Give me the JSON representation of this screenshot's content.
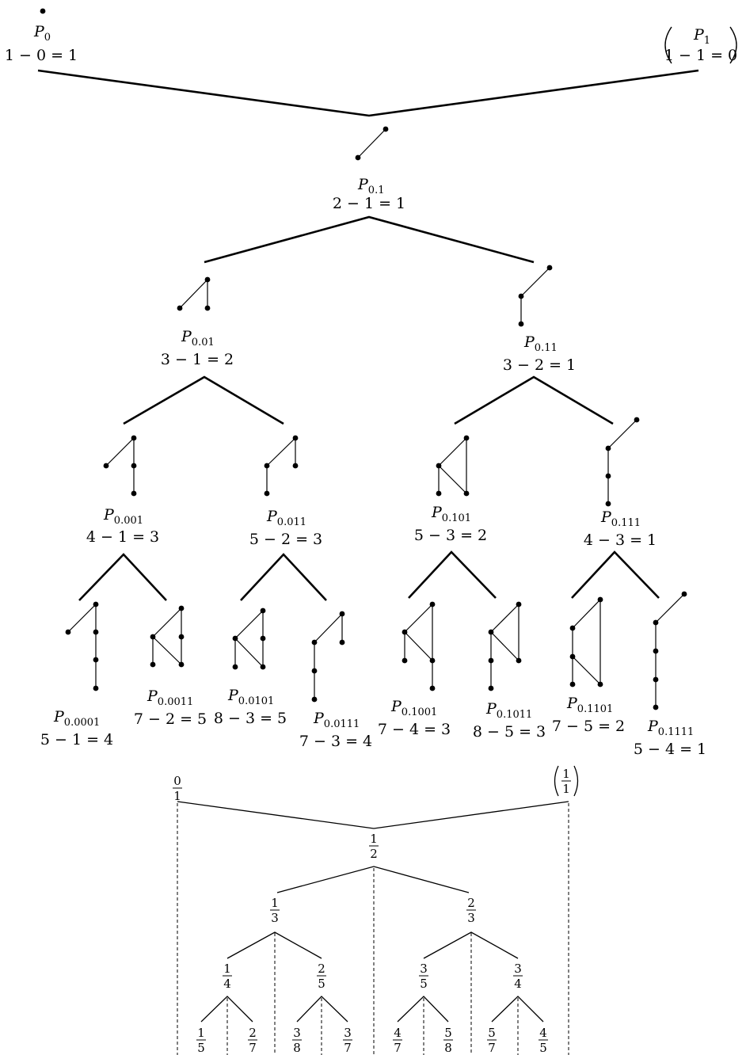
{
  "top_tree": {
    "nodes": [
      {
        "id": "0",
        "sub": "0",
        "formula": "1 − 0 = 1",
        "parenthesized": false
      },
      {
        "id": "1",
        "sub": "1",
        "formula": "1 − 1 = 0",
        "parenthesized": true
      },
      {
        "id": "0.1",
        "sub": "0.1",
        "formula": "2 − 1 = 1",
        "parenthesized": false
      },
      {
        "id": "0.01",
        "sub": "0.01",
        "formula": "3 − 1 = 2",
        "parenthesized": false
      },
      {
        "id": "0.11",
        "sub": "0.11",
        "formula": "3 − 2 = 1",
        "parenthesized": false
      },
      {
        "id": "0.001",
        "sub": "0.001",
        "formula": "4 − 1 = 3",
        "parenthesized": false
      },
      {
        "id": "0.011",
        "sub": "0.011",
        "formula": "5 − 2 = 3",
        "parenthesized": false
      },
      {
        "id": "0.101",
        "sub": "0.101",
        "formula": "5 − 3 = 2",
        "parenthesized": false
      },
      {
        "id": "0.111",
        "sub": "0.111",
        "formula": "4 − 3 = 1",
        "parenthesized": false
      },
      {
        "id": "0.0001",
        "sub": "0.0001",
        "formula": "5 − 1 = 4",
        "parenthesized": false
      },
      {
        "id": "0.0011",
        "sub": "0.0011",
        "formula": "7 − 2 = 5",
        "parenthesized": false
      },
      {
        "id": "0.0101",
        "sub": "0.0101",
        "formula": "8 − 3 = 5",
        "parenthesized": false
      },
      {
        "id": "0.0111",
        "sub": "0.0111",
        "formula": "7 − 3 = 4",
        "parenthesized": false
      },
      {
        "id": "0.1001",
        "sub": "0.1001",
        "formula": "7 − 4 = 3",
        "parenthesized": false
      },
      {
        "id": "0.1011",
        "sub": "0.1011",
        "formula": "8 − 5 = 3",
        "parenthesized": false
      },
      {
        "id": "0.1101",
        "sub": "0.1101",
        "formula": "7 − 5 = 2",
        "parenthesized": false
      },
      {
        "id": "0.1111",
        "sub": "0.1111",
        "formula": "5 − 4 = 1",
        "parenthesized": false
      }
    ],
    "label_prefix": "P"
  },
  "bottom_tree": {
    "fractions": [
      {
        "id": "f01",
        "num": "0",
        "den": "1",
        "parenthesized": false
      },
      {
        "id": "f11",
        "num": "1",
        "den": "1",
        "parenthesized": true
      },
      {
        "id": "f12",
        "num": "1",
        "den": "2",
        "parenthesized": false
      },
      {
        "id": "f13",
        "num": "1",
        "den": "3",
        "parenthesized": false
      },
      {
        "id": "f23",
        "num": "2",
        "den": "3",
        "parenthesized": false
      },
      {
        "id": "f14",
        "num": "1",
        "den": "4",
        "parenthesized": false
      },
      {
        "id": "f25",
        "num": "2",
        "den": "5",
        "parenthesized": false
      },
      {
        "id": "f35",
        "num": "3",
        "den": "5",
        "parenthesized": false
      },
      {
        "id": "f34",
        "num": "3",
        "den": "4",
        "parenthesized": false
      },
      {
        "id": "f15",
        "num": "1",
        "den": "5",
        "parenthesized": false
      },
      {
        "id": "f27",
        "num": "2",
        "den": "7",
        "parenthesized": false
      },
      {
        "id": "f38",
        "num": "3",
        "den": "8",
        "parenthesized": false
      },
      {
        "id": "f37",
        "num": "3",
        "den": "7",
        "parenthesized": false
      },
      {
        "id": "f47",
        "num": "4",
        "den": "7",
        "parenthesized": false
      },
      {
        "id": "f58",
        "num": "5",
        "den": "8",
        "parenthesized": false
      },
      {
        "id": "f57",
        "num": "5",
        "den": "7",
        "parenthesized": false
      },
      {
        "id": "f45",
        "num": "4",
        "den": "5",
        "parenthesized": false
      }
    ]
  },
  "colors": {
    "ink": "#000000",
    "background": "#ffffff"
  }
}
